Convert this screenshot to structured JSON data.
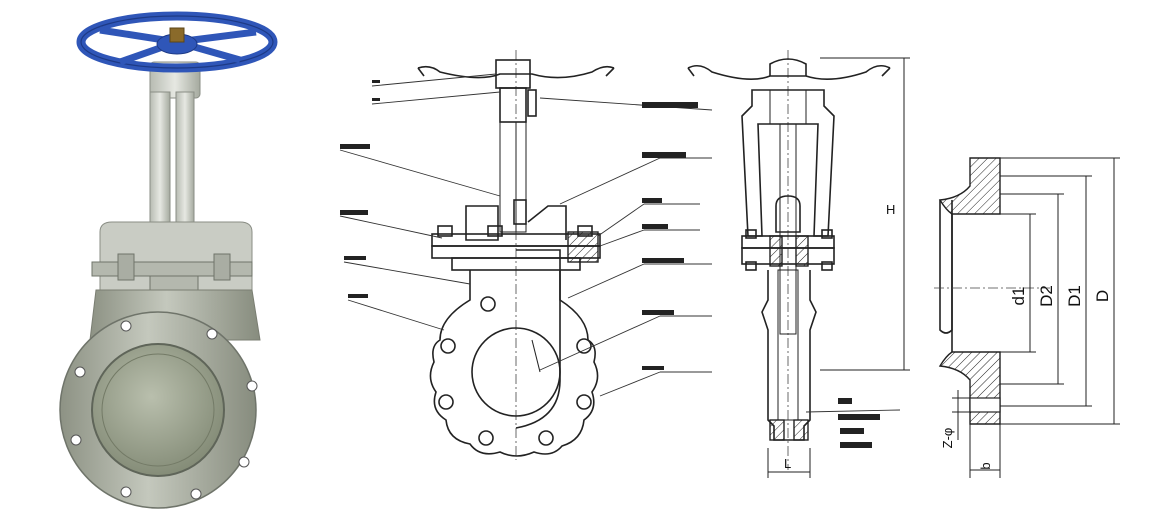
{
  "figure": {
    "callouts_left": [
      "",
      "",
      "",
      "",
      "",
      "",
      ""
    ],
    "callouts_right": [
      "",
      "",
      "",
      "",
      "",
      ""
    ],
    "callouts_side": [
      "",
      "",
      ""
    ]
  },
  "flange_dims": {
    "d1": "d1",
    "D2": "D2",
    "D1": "D1",
    "D": "D",
    "z_phi": "Z-φ",
    "b": "b"
  },
  "side_view": {
    "L_label": "L",
    "H_label": "H"
  },
  "colors": {
    "handwheel": "#2f56b8",
    "handwheel_dark": "#1d3a86",
    "body_metal": "#a8ad9f",
    "bore": "#9aa18d"
  }
}
